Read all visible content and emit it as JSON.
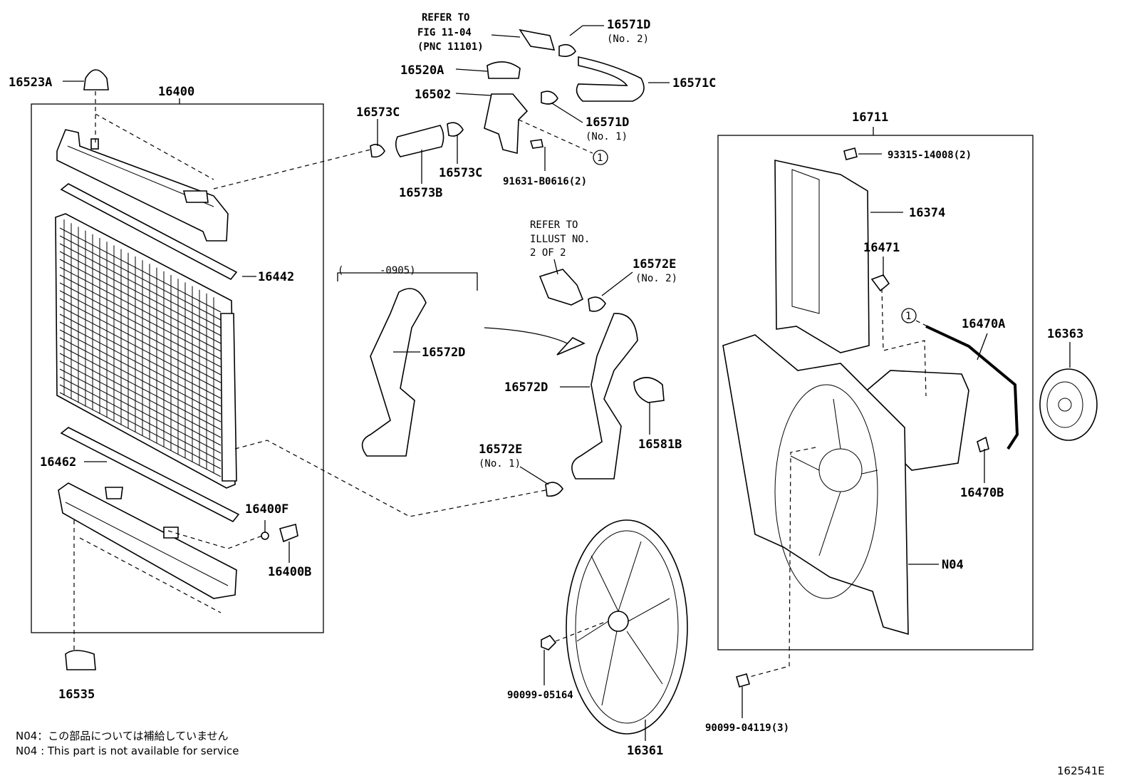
{
  "labels": {
    "p16523A": "16523A",
    "p16400": "16400",
    "p16442": "16442",
    "p16462": "16462",
    "p16400F": "16400F",
    "p16400B": "16400B",
    "p16535": "16535",
    "refer1_l1": "REFER TO",
    "refer1_l2": "FIG 11-04",
    "refer1_l3": "(PNC 11101)",
    "p16571D_2": "16571D",
    "no2_a": "(No. 2)",
    "p16571C": "16571C",
    "p16520A": "16520A",
    "p16502": "16502",
    "p16571D_1": "16571D",
    "no1_a": "(No. 1)",
    "p16573C_a": "16573C",
    "p16573C_b": "16573C",
    "p16573B": "16573B",
    "p91631": "91631-B0616(2)",
    "refer2_l1": "REFER TO",
    "refer2_l2": "ILLUST NO.",
    "refer2_l3": "2 OF 2",
    "p16572E_2": "16572E",
    "no2_b": "(No. 2)",
    "bracket_date": "(      -0905)",
    "p16572D_a": "16572D",
    "p16572D_b": "16572D",
    "p16581B": "16581B",
    "p16572E_1": "16572E",
    "no1_b": "(No. 1)",
    "p16361": "16361",
    "p90099_05164": "90099-05164",
    "p16711": "16711",
    "p93315": "93315-14008(2)",
    "p16374": "16374",
    "p16471": "16471",
    "p16470A": "16470A",
    "p16363": "16363",
    "p16470B": "16470B",
    "pN04": "N04",
    "p90099_04119": "90099-04119(3)",
    "circle_ref": "1",
    "note_jp": "N04：この部品については補給していません",
    "note_en": "N04 : This part is not available for service",
    "fig_id": "162541E"
  }
}
